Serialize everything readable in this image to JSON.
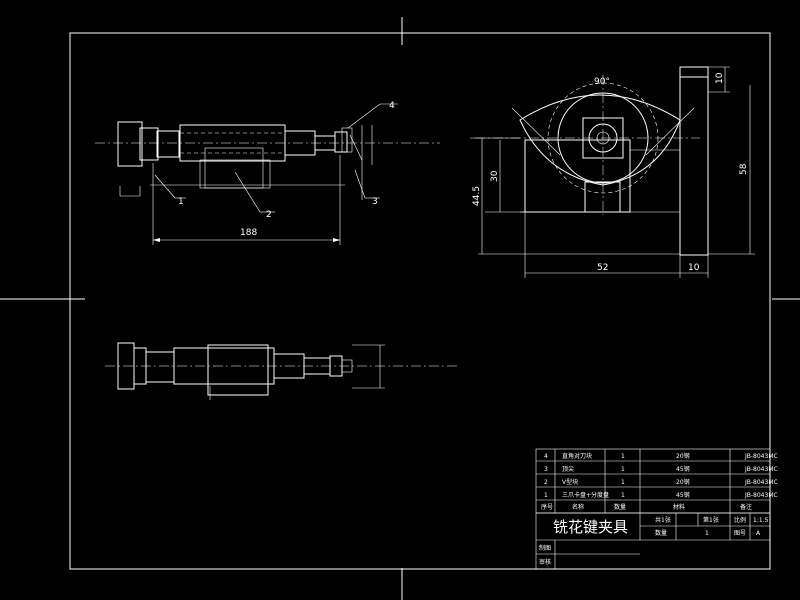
{
  "drawing": {
    "balloons": {
      "b1": "1",
      "b2": "2",
      "b3": "3",
      "b4": "4"
    },
    "dimensions": {
      "length_188": "188",
      "angle_90": "90°",
      "dim_10_top": "10",
      "dim_58": "58",
      "dim_30": "30",
      "dim_44_5": "44.5",
      "dim_52": "52",
      "dim_10_bottom": "10"
    }
  },
  "parts_list": {
    "rows": [
      {
        "no": "4",
        "name": "直角对刀块",
        "qty": "1",
        "material": "20钢",
        "note": "JB-8043MC"
      },
      {
        "no": "3",
        "name": "顶尖",
        "qty": "1",
        "material": "45钢",
        "note": "JB-8043MC"
      },
      {
        "no": "2",
        "name": "V型块",
        "qty": "1",
        "material": "20钢",
        "note": "JB-8043MC"
      },
      {
        "no": "1",
        "name": "三爪卡盘+分度盘",
        "qty": "1",
        "material": "45钢",
        "note": "JB-8043MC"
      }
    ],
    "header": {
      "no": "序号",
      "name": "名称",
      "qty": "数量",
      "material": "材料",
      "note": "备注"
    }
  },
  "title_block": {
    "title": "铣花键夹具",
    "sheets_total_label": "共1张",
    "sheet_no_label": "第1张",
    "scale_label": "比例",
    "scale_value": "1:1.5",
    "quantity_label": "数量",
    "quantity_value": "1",
    "drawing_no_label": "图号",
    "drawing_no_value": "A",
    "drawn_label": "制图",
    "checked_label": "审核"
  }
}
